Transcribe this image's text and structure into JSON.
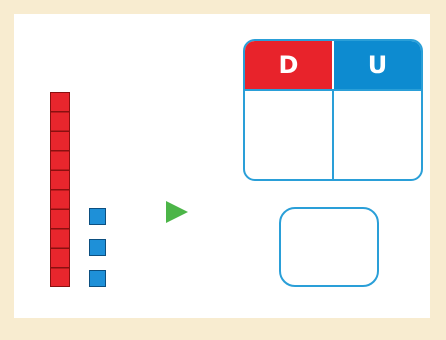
{
  "blocks": {
    "tens_rods": 1,
    "units_per_rod": 10,
    "unit_cubes": 3,
    "rod_color": "#e8262d",
    "cube_color": "#1e90d8"
  },
  "place_value_table": {
    "headers": [
      "D",
      "U"
    ],
    "header_colors": [
      "#e8232b",
      "#0d8bd0"
    ],
    "cells": [
      "",
      ""
    ],
    "border_color": "#2a9fd8"
  },
  "arrow": {
    "icon": "play-triangle-icon",
    "color": "#4cb548"
  },
  "answer_box": {
    "value": ""
  }
}
